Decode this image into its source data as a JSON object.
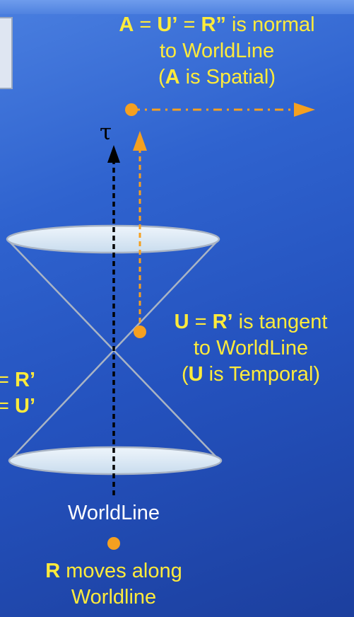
{
  "acceleration_label": {
    "line1": {
      "a": "A",
      "eq1": " = ",
      "u_prime": "U’",
      "eq2": " = ",
      "r_dprime": "R”",
      "rest": " is normal"
    },
    "line2": "to WorldLine",
    "line3": {
      "open": "(",
      "a": "A",
      "rest": " is Spatial)"
    }
  },
  "velocity_label": {
    "line1": {
      "u": "U",
      "eq": " = ",
      "r_prime": "R’",
      "rest": " is tangent"
    },
    "line2": "to WorldLine",
    "line3": {
      "open": "(",
      "u": "U",
      "rest": " is Temporal)"
    }
  },
  "partial_label": {
    "line1": {
      "eq": "= ",
      "r_prime": "R’"
    },
    "line2": {
      "eq": "= ",
      "u_prime": "U’"
    }
  },
  "tau_label": "τ",
  "worldline_label": "WorldLine",
  "position_label": {
    "line1": {
      "r": "R",
      "rest": " moves along"
    },
    "line2": "Worldline"
  },
  "colors": {
    "background": "#2f63cf",
    "accent_orange": "#f5a020",
    "label_yellow": "#ffeb3b",
    "cone_fill": "#dce9f5",
    "cone_lines": "#a9b4c4",
    "worldline": "#000000"
  },
  "icons": [
    "position-dot-icon",
    "arrow-up-icon",
    "arrow-right-icon"
  ]
}
